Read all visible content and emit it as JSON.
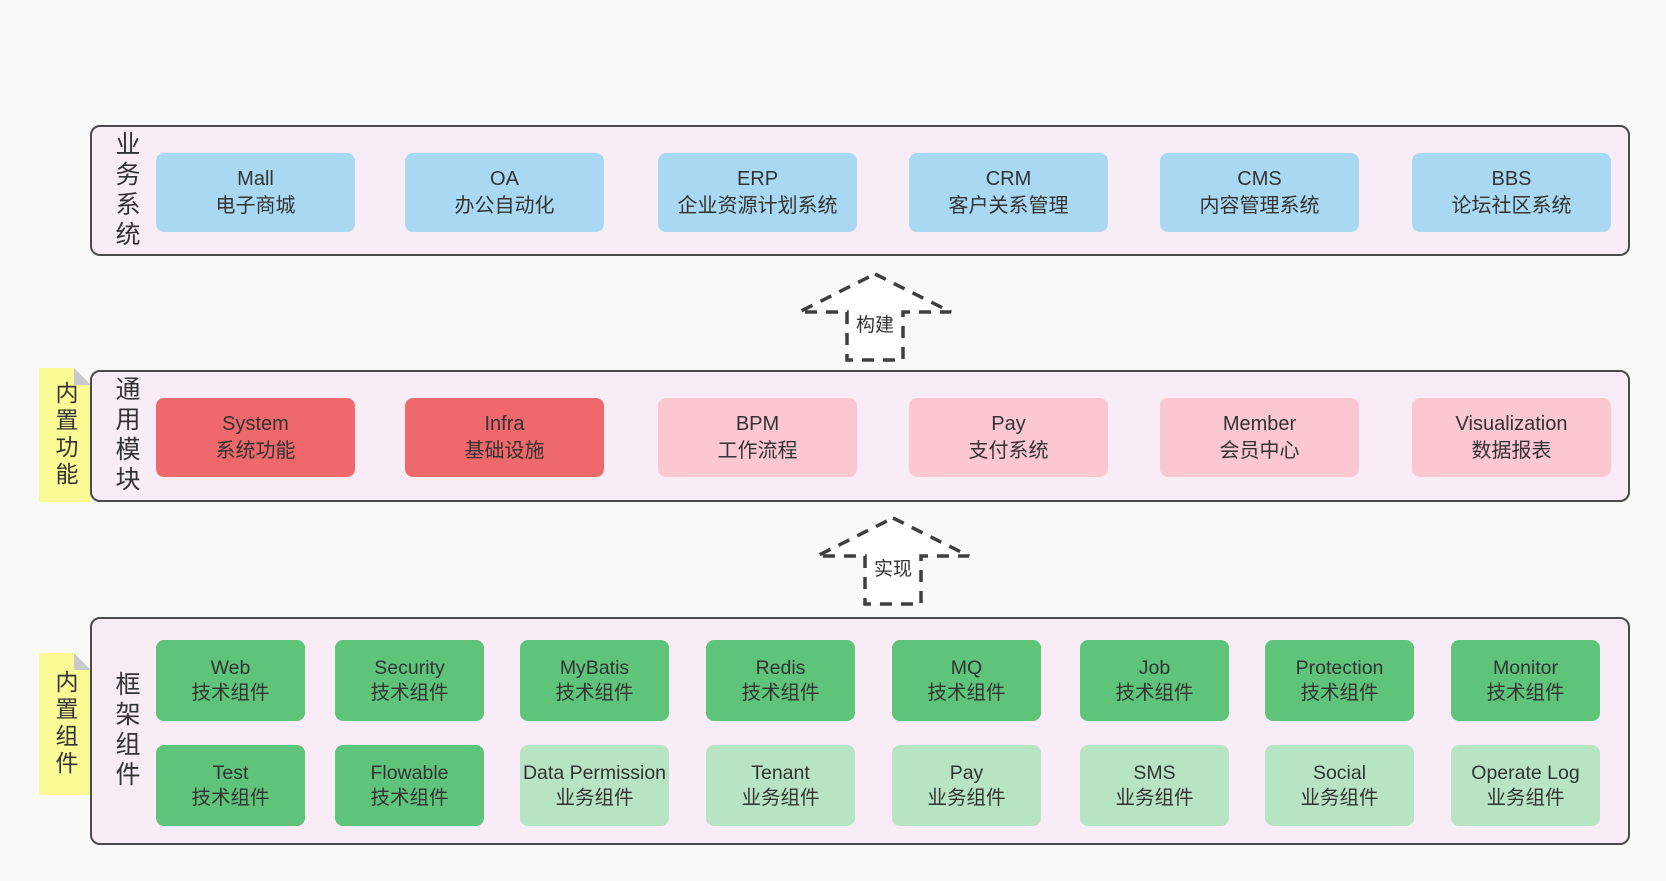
{
  "colors": {
    "page_bg": "#f9f9f9",
    "section_bg": "#f8edf6",
    "border": "#4a4a4a",
    "text": "#333333",
    "blue": "#a9d9f2",
    "red": "#ef686b",
    "pink": "#fbc8d2",
    "green": "#5ec47a",
    "green_light": "#b7e4c2",
    "sticky_yellow": "#fafb94",
    "fold_gray": "#c8c8cd",
    "arrow_dash": "#3f3f3f"
  },
  "sections": {
    "business": {
      "label": "业务系统",
      "boxes": [
        {
          "name": "Mall",
          "desc": "电子商城",
          "type": "blue"
        },
        {
          "name": "OA",
          "desc": "办公自动化",
          "type": "blue"
        },
        {
          "name": "ERP",
          "desc": "企业资源计划系统",
          "type": "blue"
        },
        {
          "name": "CRM",
          "desc": "客户关系管理",
          "type": "blue"
        },
        {
          "name": "CMS",
          "desc": "内容管理系统",
          "type": "blue"
        },
        {
          "name": "BBS",
          "desc": "论坛社区系统",
          "type": "blue"
        }
      ]
    },
    "modules": {
      "label": "通用模块",
      "sticky": "内置功能",
      "boxes": [
        {
          "name": "System",
          "desc": "系统功能",
          "type": "red"
        },
        {
          "name": "Infra",
          "desc": "基础设施",
          "type": "red"
        },
        {
          "name": "BPM",
          "desc": "工作流程",
          "type": "pink"
        },
        {
          "name": "Pay",
          "desc": "支付系统",
          "type": "pink"
        },
        {
          "name": "Member",
          "desc": "会员中心",
          "type": "pink"
        },
        {
          "name": "Visualization",
          "desc": "数据报表",
          "type": "pink"
        }
      ]
    },
    "components": {
      "label": "框架组件",
      "sticky": "内置组件",
      "rows": [
        [
          {
            "name": "Web",
            "desc": "技术组件",
            "type": "green"
          },
          {
            "name": "Security",
            "desc": "技术组件",
            "type": "green"
          },
          {
            "name": "MyBatis",
            "desc": "技术组件",
            "type": "green"
          },
          {
            "name": "Redis",
            "desc": "技术组件",
            "type": "green"
          },
          {
            "name": "MQ",
            "desc": "技术组件",
            "type": "green"
          },
          {
            "name": "Job",
            "desc": "技术组件",
            "type": "green"
          },
          {
            "name": "Protection",
            "desc": "技术组件",
            "type": "green"
          },
          {
            "name": "Monitor",
            "desc": "技术组件",
            "type": "green"
          }
        ],
        [
          {
            "name": "Test",
            "desc": "技术组件",
            "type": "green"
          },
          {
            "name": "Flowable",
            "desc": "技术组件",
            "type": "green"
          },
          {
            "name": "Data Permission",
            "desc": "业务组件",
            "type": "green-light"
          },
          {
            "name": "Tenant",
            "desc": "业务组件",
            "type": "green-light"
          },
          {
            "name": "Pay",
            "desc": "业务组件",
            "type": "green-light"
          },
          {
            "name": "SMS",
            "desc": "业务组件",
            "type": "green-light"
          },
          {
            "name": "Social",
            "desc": "业务组件",
            "type": "green-light"
          },
          {
            "name": "Operate Log",
            "desc": "业务组件",
            "type": "green-light"
          }
        ]
      ]
    }
  },
  "arrows": {
    "build": {
      "label": "构建"
    },
    "implement": {
      "label": "实现"
    }
  }
}
